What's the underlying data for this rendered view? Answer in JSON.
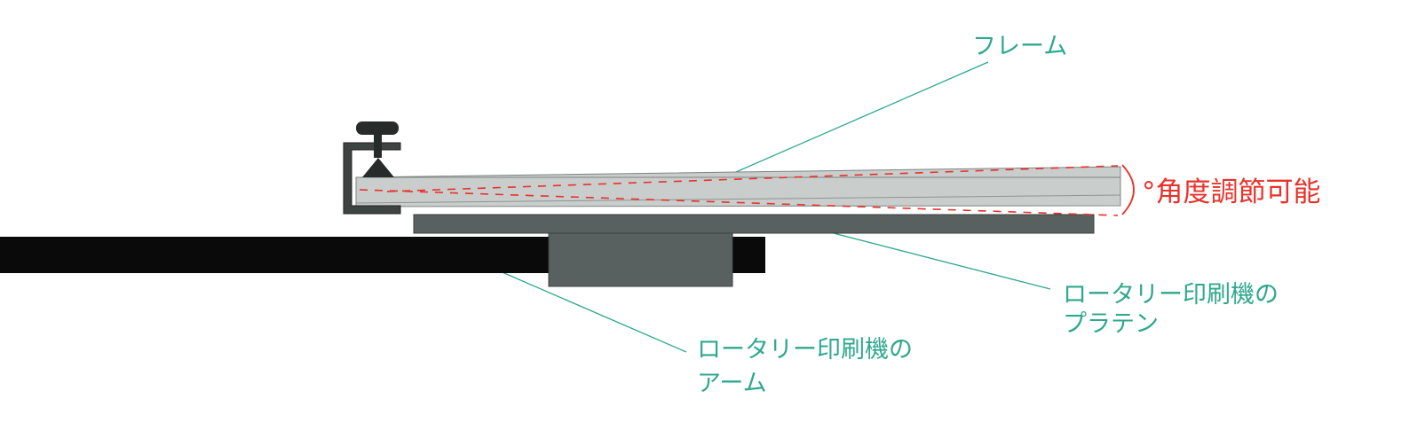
{
  "colors": {
    "label": "#2ea88e",
    "leader": "#2ea88e",
    "angle": "#e8322b",
    "arm": "#0a0a0a",
    "platen": "#58615f",
    "arm_block": "#58615f",
    "frame": "#c9cdcc",
    "clamp": "#3d4442",
    "knob": "#272b2a"
  },
  "labels": {
    "frame": "フレーム",
    "platen_line1": "ロータリー印刷機の",
    "platen_line2": "プラテン",
    "arm_line1": "ロータリー印刷機の",
    "arm_line2": "アーム",
    "angle": "°角度調節可能"
  },
  "icons": {
    "clamp": "c-clamp-icon",
    "knob": "clamp-knob-icon"
  }
}
